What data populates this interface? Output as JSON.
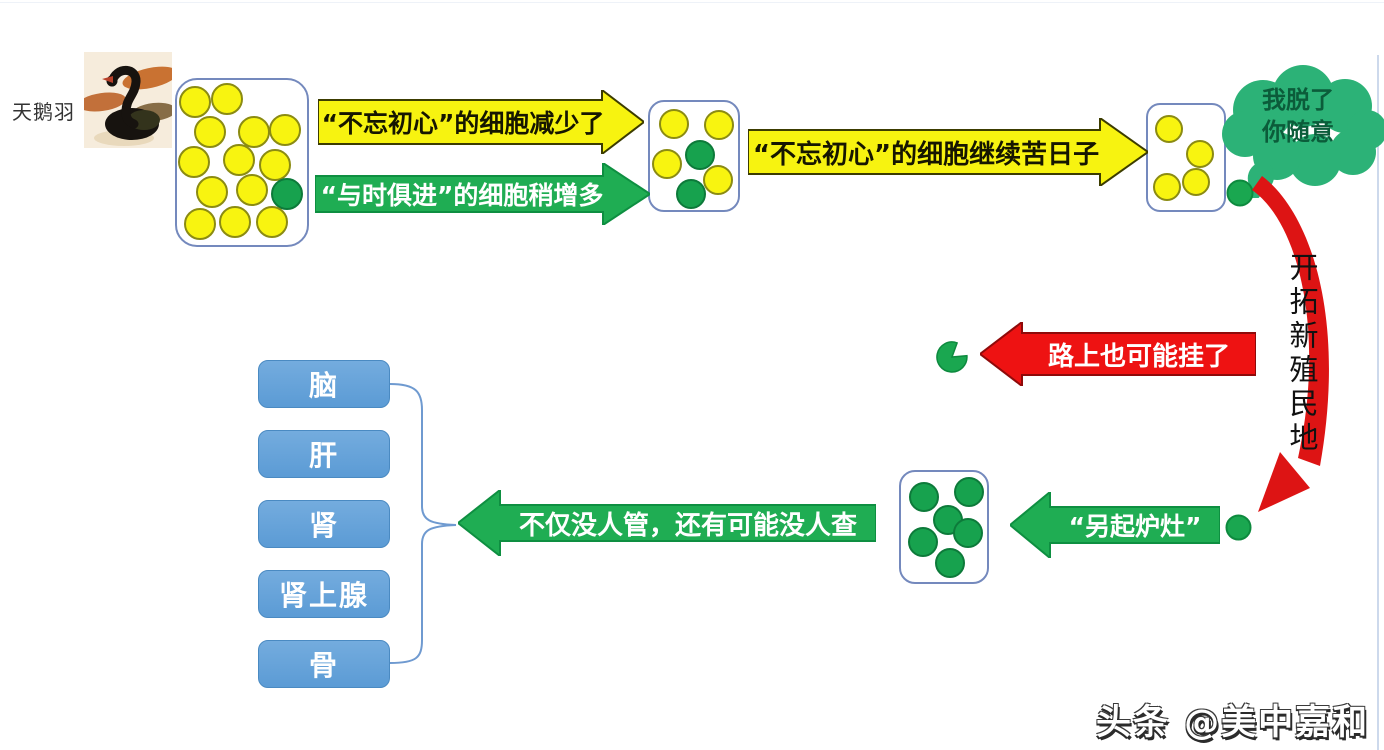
{
  "title_label": "天鹅羽",
  "arrows": {
    "shrink": {
      "label": "“不忘初心”的细胞减少了",
      "color": "#f7f310",
      "direction": "right"
    },
    "adapt": {
      "label": "“与时俱进”的细胞稍增多",
      "color": "#1fad53",
      "direction": "right"
    },
    "persist": {
      "label": "“不忘初心”的细胞继续苦日子",
      "color": "#f7f310",
      "direction": "right"
    },
    "die": {
      "label": "路上也可能挂了",
      "color": "#ee1212",
      "direction": "left"
    },
    "newstove": {
      "label": "“另起炉灶”",
      "color": "#1fad53",
      "direction": "left"
    },
    "unchecked": {
      "label": "不仅没人管，还有可能没人查",
      "color": "#1fad53",
      "direction": "left"
    },
    "colonize": {
      "label": "开拓新殖民地",
      "color": "#dd1414",
      "direction": "curved-down"
    }
  },
  "bubble": {
    "line1": "我脱了",
    "line2": "你随意"
  },
  "organs": [
    {
      "label": "脑"
    },
    {
      "label": "肝"
    },
    {
      "label": "肾"
    },
    {
      "label": "肾上腺"
    },
    {
      "label": "骨"
    }
  ],
  "watermark": "头条 @美中嘉和",
  "cell_boxes": {
    "primary": {
      "diameter": 32,
      "circles": [
        [
          18,
          22,
          "y"
        ],
        [
          50,
          19,
          "y"
        ],
        [
          33,
          52,
          "y"
        ],
        [
          77,
          52,
          "y"
        ],
        [
          108,
          50,
          "y"
        ],
        [
          17,
          82,
          "y"
        ],
        [
          62,
          80,
          "y"
        ],
        [
          98,
          85,
          "y"
        ],
        [
          35,
          112,
          "y"
        ],
        [
          75,
          110,
          "y"
        ],
        [
          110,
          114,
          "g"
        ],
        [
          23,
          144,
          "y"
        ],
        [
          58,
          142,
          "y"
        ],
        [
          95,
          142,
          "y"
        ]
      ]
    },
    "shrunk": {
      "diameter": 30,
      "circles": [
        [
          24,
          22,
          "y"
        ],
        [
          69,
          23,
          "y"
        ],
        [
          17,
          62,
          "y"
        ],
        [
          50,
          53,
          "g"
        ],
        [
          68,
          78,
          "y"
        ],
        [
          41,
          92,
          "g"
        ]
      ]
    },
    "resistant": {
      "diameter": 28,
      "circles": [
        [
          21,
          24,
          "y"
        ],
        [
          52,
          49,
          "y"
        ],
        [
          19,
          82,
          "y"
        ],
        [
          48,
          77,
          "y"
        ]
      ]
    },
    "colony": {
      "diameter": 30,
      "circles": [
        [
          23,
          25,
          "g"
        ],
        [
          68,
          20,
          "g"
        ],
        [
          47,
          48,
          "g"
        ],
        [
          67,
          61,
          "g"
        ],
        [
          22,
          70,
          "g"
        ],
        [
          49,
          91,
          "g"
        ]
      ]
    }
  },
  "colors": {
    "yellow_cell": "#f8f410",
    "green_cell": "#17a24e",
    "yellow_arrow": "#f7f310",
    "green_arrow": "#1fad53",
    "red_arrow": "#ee1212",
    "organ_blue": "#5b9bd5",
    "bubble_green": "#2cb277",
    "box_border_blue": "#7489bd"
  }
}
